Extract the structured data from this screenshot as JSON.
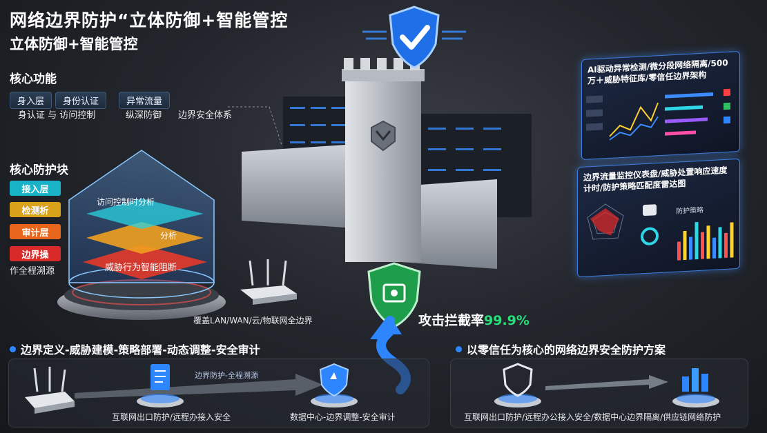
{
  "title": {
    "main": "网络边界防护“立体防御+智能管控",
    "sub": "立体防御+智能管控"
  },
  "core_functions": {
    "heading": "核心功能",
    "chips": [
      "身入层",
      "身份认证",
      "异常流量"
    ],
    "texts": [
      "身认证 与 访问控制",
      "纵深防御",
      "边界安全体系"
    ]
  },
  "protection_block": {
    "heading": "核心防护块",
    "layers": [
      {
        "label": "接入层",
        "color": "#19b3c7"
      },
      {
        "label": "检测析",
        "color": "#d9a21a"
      },
      {
        "label": "审计层",
        "color": "#e8661c"
      },
      {
        "label": "边界操",
        "color": "#d92a2a"
      }
    ],
    "footer": "作全程溯源",
    "plate_texts": [
      "访问控制时分析",
      "分析",
      "威胁行为智能阻断"
    ]
  },
  "router_caption": "覆盖LAN/WAN/云/物联网全边界",
  "panel_top": {
    "title": "AI驱动异常检测/微分段网络隔离/500万＋威胁特征库/零信任边界架构",
    "bar_colors": [
      "#3b8cff",
      "#2fd6e6",
      "#9b5cff",
      "#ff4fa8"
    ]
  },
  "panel_bottom": {
    "title": "边界流量监控仪表盘/威胁处置响应速度计时/防护策略匹配度雷达图",
    "sub_label": "防护策略",
    "bars": [
      0.45,
      0.7,
      0.55,
      0.9,
      0.65,
      0.8,
      0.5,
      0.75,
      0.6,
      0.85
    ]
  },
  "interception": {
    "label": "攻击拦截率",
    "value": "99.9%"
  },
  "workflow": {
    "left_title": "边界定义-威胁建模-策略部署-动态调整-安全审计",
    "right_title": "以零信任为核心的网络边界安全防护方案",
    "arrow_label": "边界防护-全程溯源",
    "captions": [
      "互联网出口防护/远程办接入安全",
      "数据中心-边界调整-安全审计",
      "互联网出口防护/远程办公接入安全/数据中心边界隔离/供应链网络防护"
    ]
  },
  "colors": {
    "accent_blue": "#2e86ff",
    "accent_green": "#28e07a"
  }
}
